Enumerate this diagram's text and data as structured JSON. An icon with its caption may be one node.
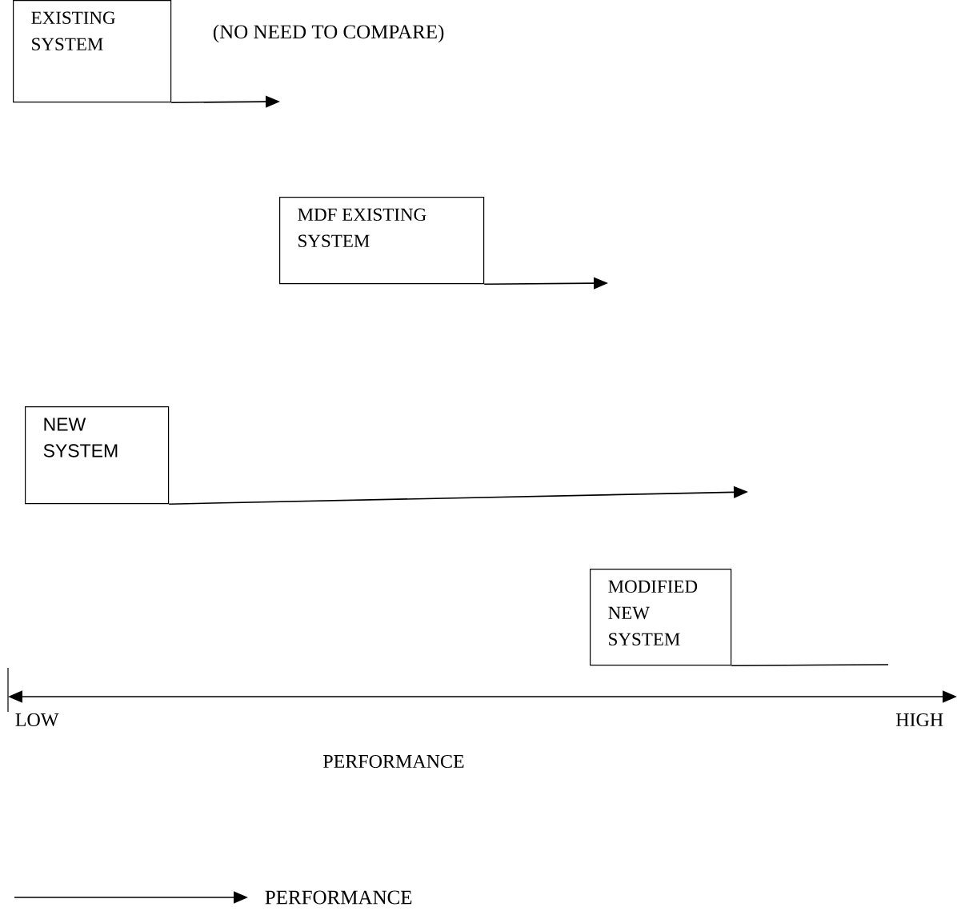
{
  "diagram": {
    "nodes": [
      {
        "text": [
          "EXISTING SYSTEM"
        ]
      },
      {
        "text": [
          "MDF EXISTING SYSTEM"
        ]
      },
      {
        "text": [
          "NEW SYSTEM"
        ]
      },
      {
        "text": [
          "MODIFIED NEW SYSTEM"
        ]
      }
    ],
    "edges": [
      {
        "from": 0,
        "to": null,
        "arrow": "to"
      },
      {
        "from": 1,
        "to": null,
        "arrow": "to"
      },
      {
        "from": 2,
        "to": null,
        "arrow": "to"
      },
      {
        "from": 3,
        "to": null,
        "arrow": "none"
      }
    ],
    "labels": [
      "(NO NEED TO COMPARE)",
      "LOW",
      "HIGH",
      "PERFORMANCE"
    ],
    "legend": [
      {
        "text": "PERFORMANCE"
      }
    ]
  }
}
